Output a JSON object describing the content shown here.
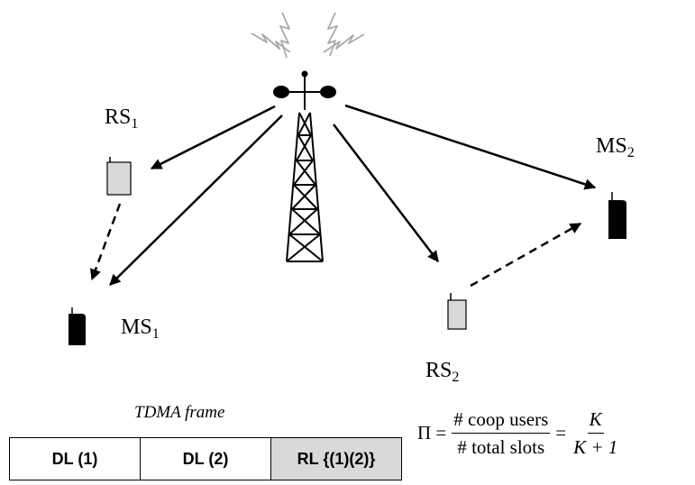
{
  "labels": {
    "rs1": "RS",
    "rs1_sub": "1",
    "rs2": "RS",
    "rs2_sub": "2",
    "ms1": "MS",
    "ms1_sub": "1",
    "ms2": "MS",
    "ms2_sub": "2"
  },
  "frame": {
    "caption": "TDMA frame",
    "slots": [
      "DL (1)",
      "DL (2)",
      "RL {(1)(2)}"
    ]
  },
  "formula": {
    "lhs": "Π =",
    "frac1_num": "# coop users",
    "frac1_den": "# total slots",
    "equals": "=",
    "frac2_num": "K",
    "frac2_den": "K + 1"
  },
  "colors": {
    "relay_fill": "#d9d9d9",
    "mobile_fill": "#000000",
    "signal_gray": "#aaaaaa"
  }
}
